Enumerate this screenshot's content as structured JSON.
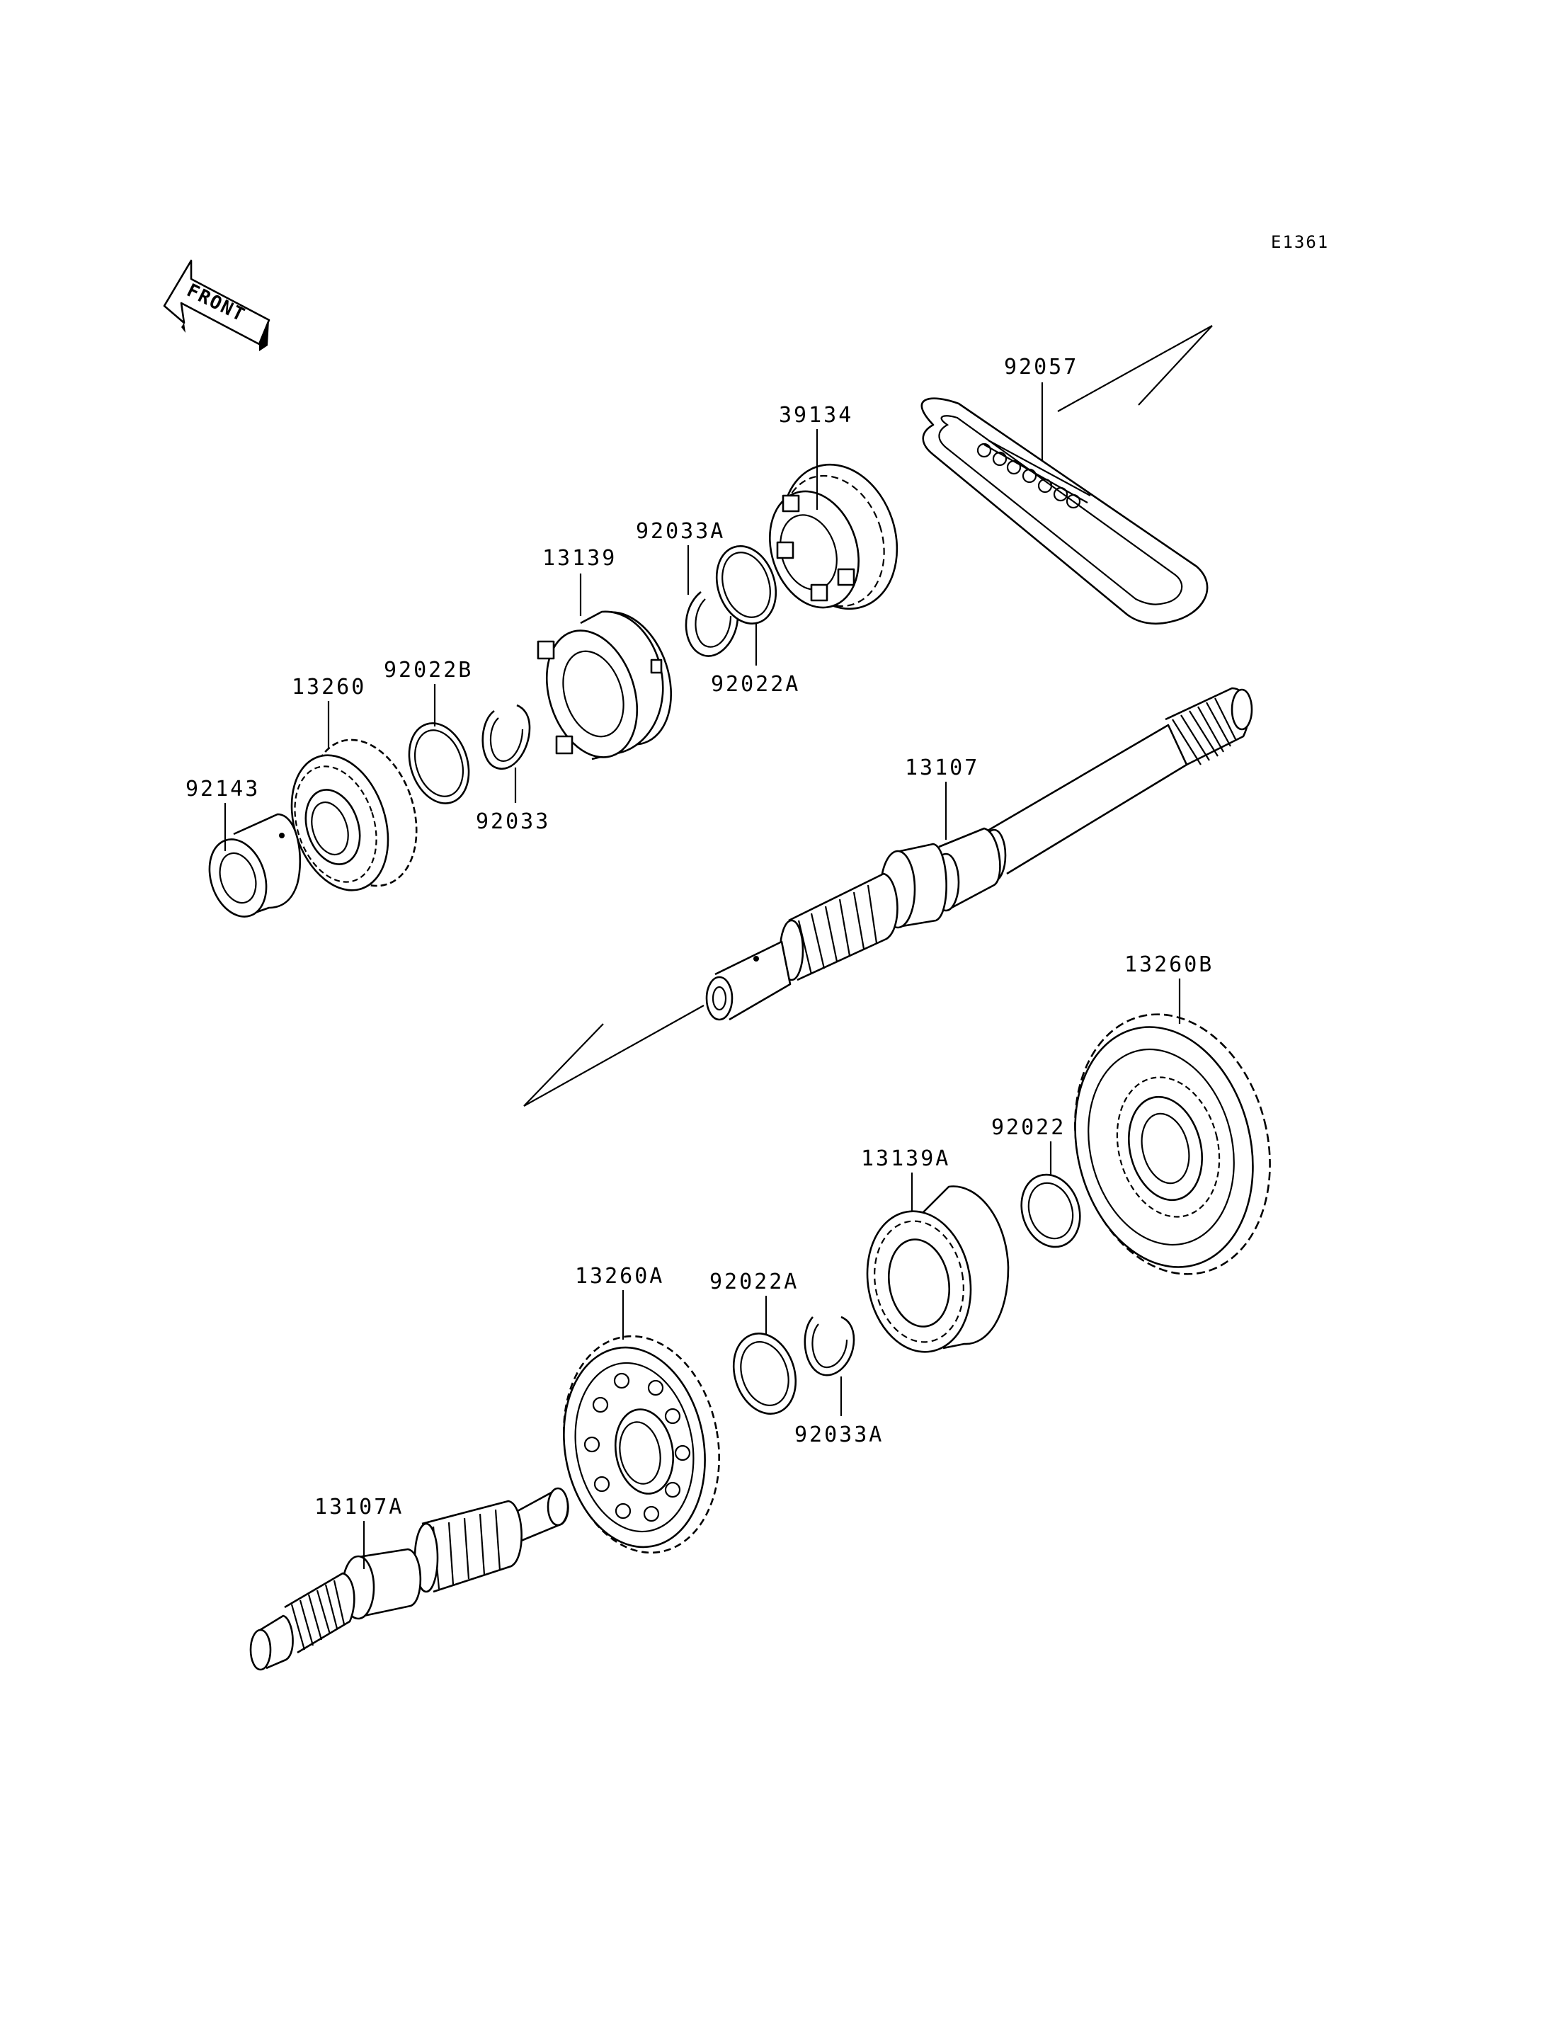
{
  "diagram": {
    "code": "E1361",
    "front_label": "FRONT",
    "parts": {
      "p92057": "92057",
      "p39134": "39134",
      "p92033A_top": "92033A",
      "p13139": "13139",
      "p92022A_top": "92022A",
      "p92022B": "92022B",
      "p13260": "13260",
      "p92143": "92143",
      "p92033": "92033",
      "p13107": "13107",
      "p13260B": "13260B",
      "p92022": "92022",
      "p13139A": "13139A",
      "p13260A": "13260A",
      "p92022A_bottom": "92022A",
      "p92033A_bottom": "92033A",
      "p13107A": "13107A"
    }
  }
}
